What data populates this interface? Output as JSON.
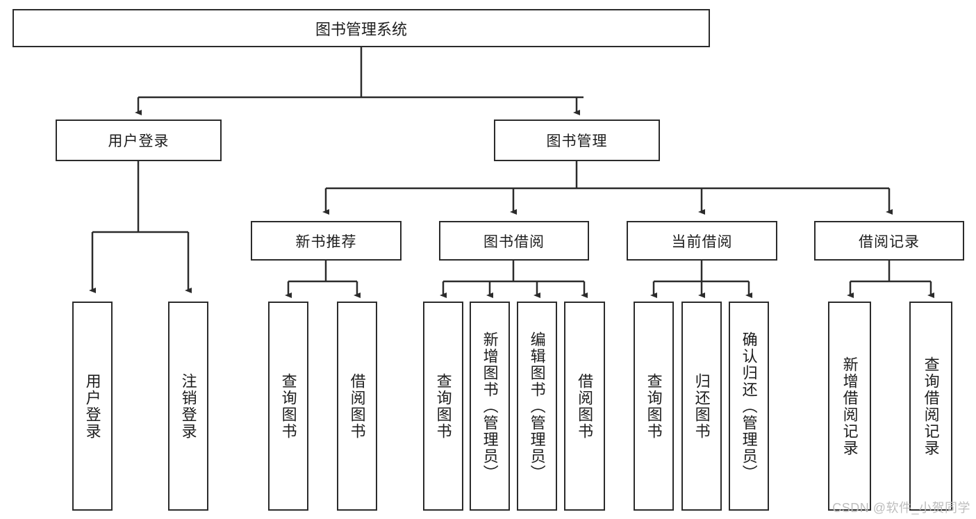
{
  "diagram": {
    "type": "tree",
    "title": "图书管理系统",
    "root": {
      "label": "图书管理系统"
    },
    "level1": [
      {
        "label": "用户登录"
      },
      {
        "label": "图书管理"
      }
    ],
    "level2": [
      {
        "label": "新书推荐"
      },
      {
        "label": "图书借阅"
      },
      {
        "label": "当前借阅"
      },
      {
        "label": "借阅记录"
      }
    ],
    "leaves": {
      "user_login": [
        {
          "label": "用户登录"
        },
        {
          "label": "注销登录"
        }
      ],
      "new_book_recommend": [
        {
          "label": "查询图书"
        },
        {
          "label": "借阅图书"
        }
      ],
      "book_borrow": [
        {
          "label": "查询图书"
        },
        {
          "label": "新增图书（管理员）"
        },
        {
          "label": "编辑图书（管理员）"
        },
        {
          "label": "借阅图书"
        }
      ],
      "current_borrow": [
        {
          "label": "查询图书"
        },
        {
          "label": "归还图书"
        },
        {
          "label": "确认归还（管理员）"
        }
      ],
      "borrow_record": [
        {
          "label": "新增借阅记录"
        },
        {
          "label": "查询借阅记录"
        }
      ]
    },
    "watermark": "CSDN @软件_小贺同学",
    "colors": {
      "stroke": "#2b2b2b",
      "fill": "#ffffff",
      "text": "#1d1d1d",
      "watermark": "#bdbdbd"
    }
  }
}
